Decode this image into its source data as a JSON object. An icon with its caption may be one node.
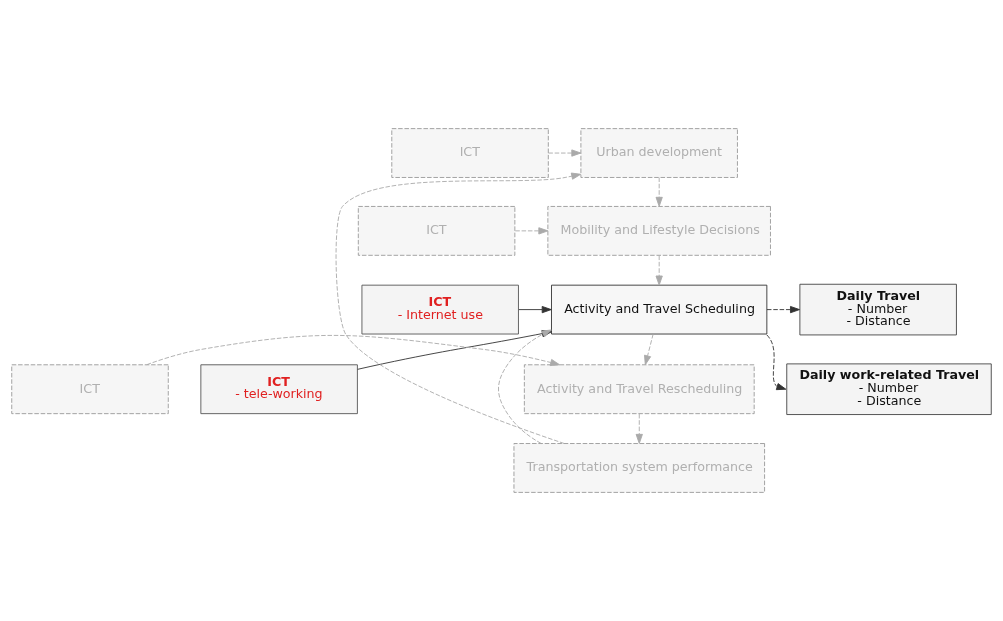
{
  "diagram": {
    "nodes": [
      {
        "text": [
          "ICT"
        ]
      },
      {
        "text": [
          "Urban development"
        ]
      },
      {
        "text": [
          "ICT"
        ]
      },
      {
        "text": [
          "Mobility and Lifestyle Decisions"
        ]
      },
      {
        "text": [
          "ICT",
          "- Internet use"
        ]
      },
      {
        "text": [
          "Activity and Travel Scheduling"
        ]
      },
      {
        "text": [
          "Daily Travel",
          "- Number",
          "- Distance"
        ]
      },
      {
        "text": [
          "ICT",
          "- tele-working"
        ]
      },
      {
        "text": [
          "Daily work-related Travel",
          "- Number",
          "- Distance"
        ]
      },
      {
        "text": [
          "ICT"
        ]
      },
      {
        "text": [
          "Activity and Travel Rescheduling"
        ]
      },
      {
        "text": [
          "Transportation system performance"
        ]
      }
    ],
    "edges": [
      {
        "from": 0,
        "to": 1,
        "arrow": "to",
        "style": "dashed"
      },
      {
        "from": 11,
        "to": 1,
        "arrow": "to",
        "style": "dashed"
      },
      {
        "from": 1,
        "to": 3,
        "arrow": "to",
        "style": "dashed"
      },
      {
        "from": 2,
        "to": 3,
        "arrow": "to",
        "style": "dashed"
      },
      {
        "from": 3,
        "to": 5,
        "arrow": "to",
        "style": "dashed"
      },
      {
        "from": 4,
        "to": 5,
        "arrow": "to",
        "color": "#333333"
      },
      {
        "from": 11,
        "to": 5,
        "arrow": "to",
        "style": "dashed"
      },
      {
        "from": 7,
        "to": 5,
        "arrow": "to",
        "color": "#333333"
      },
      {
        "from": 5,
        "to": 6,
        "arrow": "to",
        "style": "dashed",
        "color": "#333333"
      },
      {
        "from": 5,
        "to": 8,
        "arrow": "to",
        "style": "dashed",
        "color": "#333333"
      },
      {
        "from": 5,
        "to": 10,
        "arrow": "to",
        "style": "dashed"
      },
      {
        "from": 9,
        "to": 10,
        "arrow": "to",
        "style": "dashed"
      },
      {
        "from": 10,
        "to": 11,
        "arrow": "to",
        "style": "dashed"
      }
    ]
  }
}
